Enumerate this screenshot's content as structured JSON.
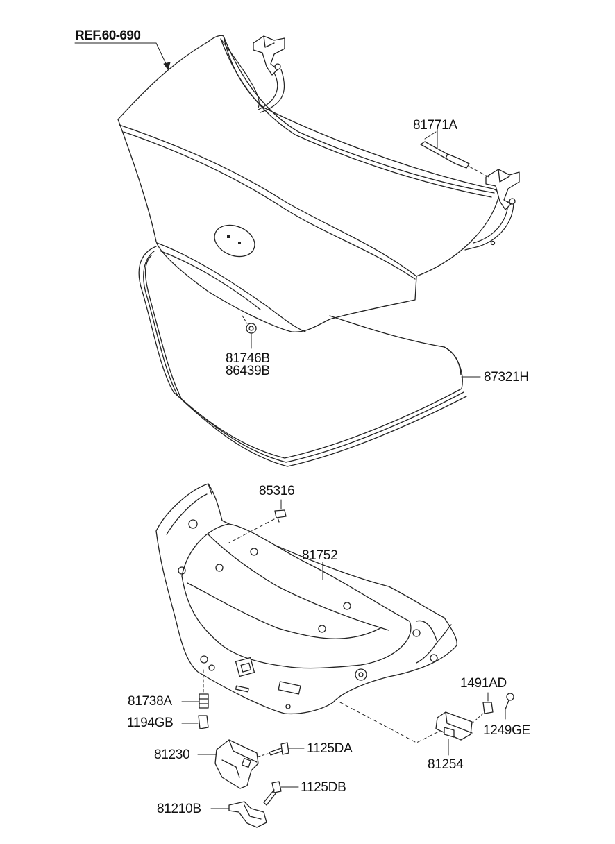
{
  "diagram": {
    "reference": "REF.60-690",
    "part_labels": {
      "p81771A": "81771A",
      "p81746B": "81746B",
      "p86439B": "86439B",
      "p87321H": "87321H",
      "p85316": "85316",
      "p81752": "81752",
      "p81738A": "81738A",
      "p1194GB": "1194GB",
      "p1491AD": "1491AD",
      "p1249GE": "1249GE",
      "p81230": "81230",
      "p1125DA": "1125DA",
      "p81254": "81254",
      "p1125DB": "1125DB",
      "p81210B": "81210B"
    }
  }
}
